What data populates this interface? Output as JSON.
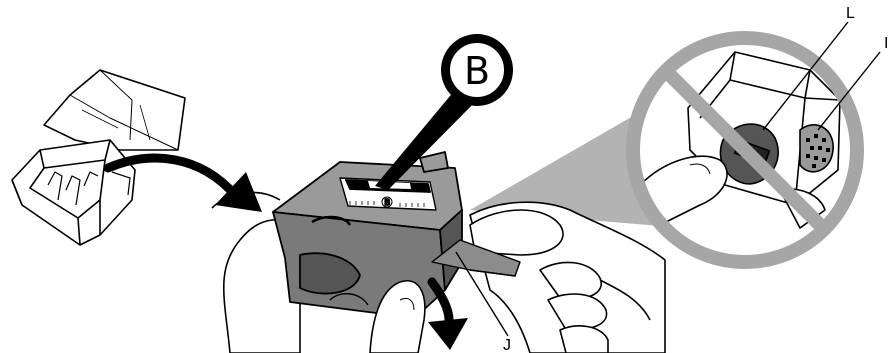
{
  "callouts": {
    "cartridge_label": "B",
    "cartridge_label_small": "B",
    "contact_label": "L",
    "nozzle_label": "I",
    "tape_label": "J"
  },
  "colors": {
    "outline": "#000000",
    "cartridge_body": "#7a7a7a",
    "cartridge_dark": "#555555",
    "cartridge_top": "#9a9a9a",
    "prohibition_ring": "#a6a6a6",
    "pointer_cone": "#b3b3b3",
    "paper": "#ffffff",
    "tape": "#8c8c8c"
  },
  "icons": {
    "prohibition": "no-touch-prohibition-icon",
    "move_arrow": "curved-arrow-icon",
    "pull_arrow": "pull-down-arrow-icon"
  }
}
